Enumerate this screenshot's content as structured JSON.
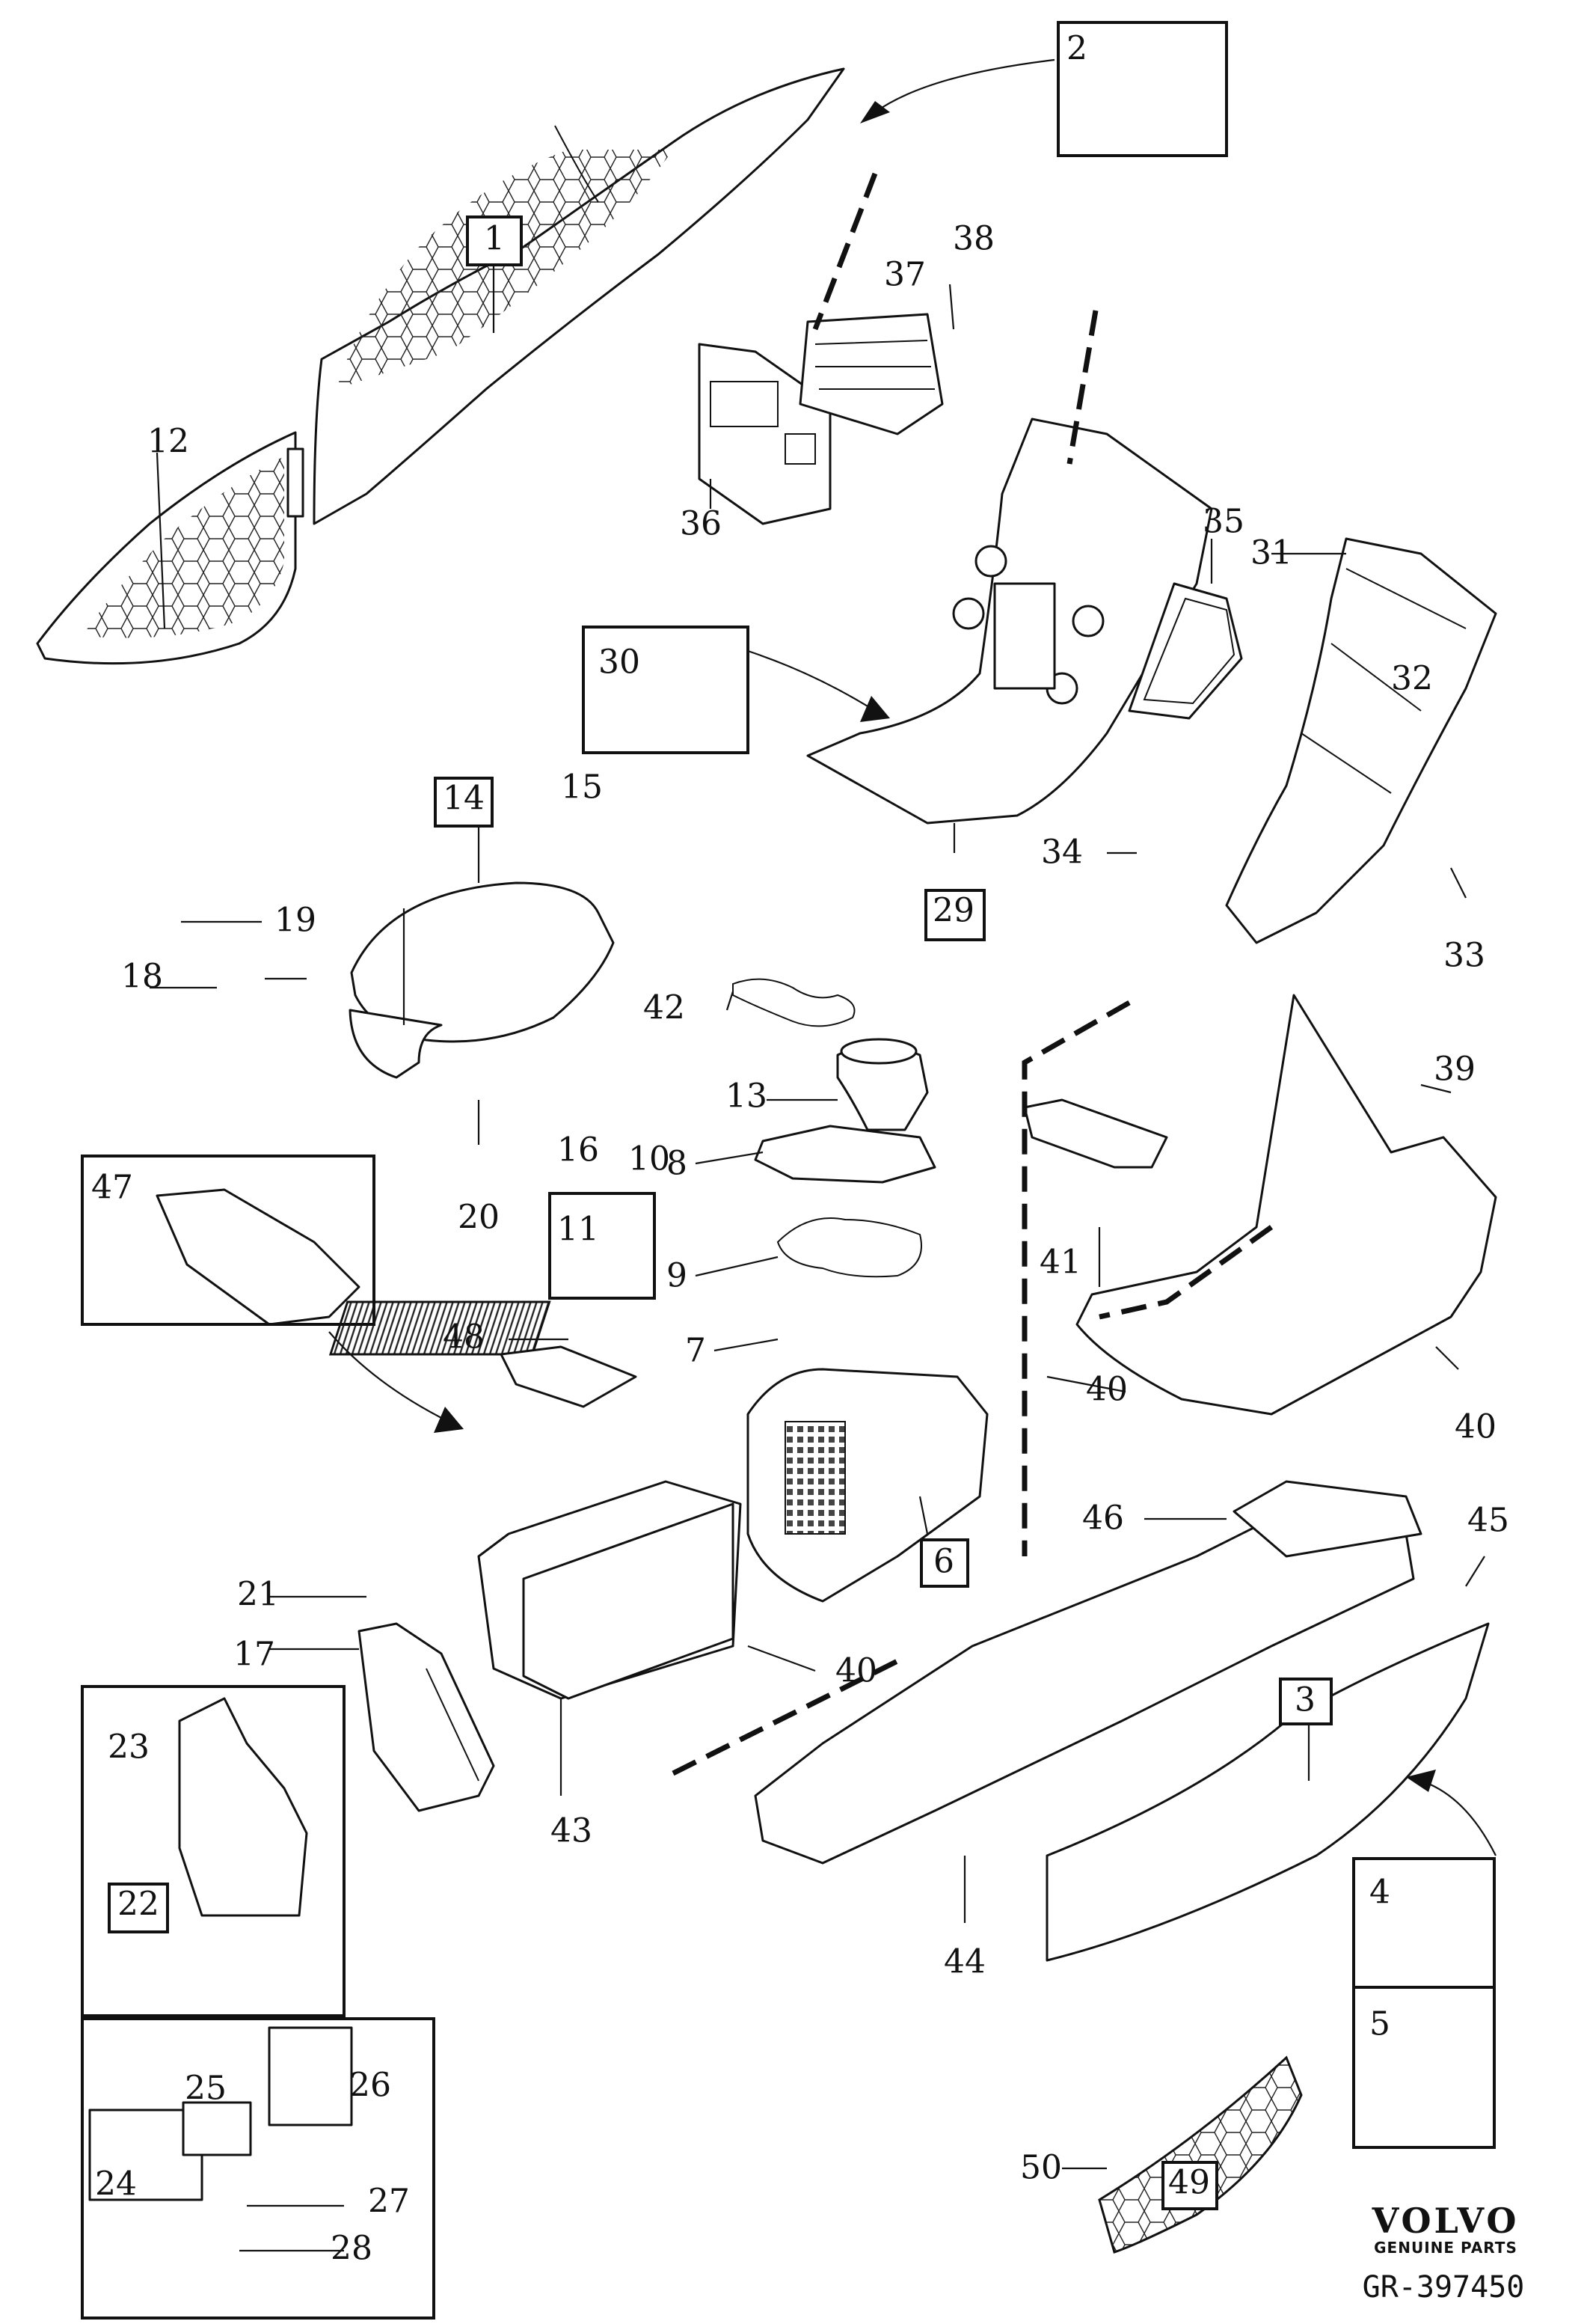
{
  "labels": [
    {
      "id": "1",
      "text": "1",
      "boxed": true
    },
    {
      "id": "2",
      "text": "2",
      "boxed": false
    },
    {
      "id": "3",
      "text": "3",
      "boxed": true
    },
    {
      "id": "4",
      "text": "4",
      "boxed": false
    },
    {
      "id": "5",
      "text": "5",
      "boxed": false
    },
    {
      "id": "6",
      "text": "6",
      "boxed": true
    },
    {
      "id": "7",
      "text": "7",
      "boxed": false
    },
    {
      "id": "8",
      "text": "8",
      "boxed": false
    },
    {
      "id": "9",
      "text": "9",
      "boxed": false
    },
    {
      "id": "10",
      "text": "10",
      "boxed": false
    },
    {
      "id": "11",
      "text": "11",
      "boxed": false
    },
    {
      "id": "12",
      "text": "12",
      "boxed": false
    },
    {
      "id": "13",
      "text": "13",
      "boxed": false
    },
    {
      "id": "14",
      "text": "14",
      "boxed": true
    },
    {
      "id": "15",
      "text": "15",
      "boxed": false
    },
    {
      "id": "16",
      "text": "16",
      "boxed": false
    },
    {
      "id": "17",
      "text": "17",
      "boxed": false
    },
    {
      "id": "18",
      "text": "18",
      "boxed": false
    },
    {
      "id": "19",
      "text": "19",
      "boxed": false
    },
    {
      "id": "20",
      "text": "20",
      "boxed": false
    },
    {
      "id": "21",
      "text": "21",
      "boxed": false
    },
    {
      "id": "22",
      "text": "22",
      "boxed": true
    },
    {
      "id": "23",
      "text": "23",
      "boxed": false
    },
    {
      "id": "24",
      "text": "24",
      "boxed": false
    },
    {
      "id": "25",
      "text": "25",
      "boxed": false
    },
    {
      "id": "26",
      "text": "26",
      "boxed": false
    },
    {
      "id": "27",
      "text": "27",
      "boxed": false
    },
    {
      "id": "28",
      "text": "28",
      "boxed": false
    },
    {
      "id": "29",
      "text": "29",
      "boxed": true
    },
    {
      "id": "30",
      "text": "30",
      "boxed": false
    },
    {
      "id": "31",
      "text": "31",
      "boxed": false
    },
    {
      "id": "32",
      "text": "32",
      "boxed": false
    },
    {
      "id": "33",
      "text": "33",
      "boxed": false
    },
    {
      "id": "34",
      "text": "34",
      "boxed": false
    },
    {
      "id": "35",
      "text": "35",
      "boxed": false
    },
    {
      "id": "36",
      "text": "36",
      "boxed": false
    },
    {
      "id": "37",
      "text": "37",
      "boxed": false
    },
    {
      "id": "38",
      "text": "38",
      "boxed": false
    },
    {
      "id": "39",
      "text": "39",
      "boxed": false
    },
    {
      "id": "40a",
      "text": "40",
      "boxed": false
    },
    {
      "id": "40b",
      "text": "40",
      "boxed": false
    },
    {
      "id": "40c",
      "text": "40",
      "boxed": false
    },
    {
      "id": "41",
      "text": "41",
      "boxed": false
    },
    {
      "id": "42",
      "text": "42",
      "boxed": false
    },
    {
      "id": "43",
      "text": "43",
      "boxed": false
    },
    {
      "id": "44",
      "text": "44",
      "boxed": false
    },
    {
      "id": "45",
      "text": "45",
      "boxed": false
    },
    {
      "id": "46",
      "text": "46",
      "boxed": false
    },
    {
      "id": "47",
      "text": "47",
      "boxed": false
    },
    {
      "id": "48",
      "text": "48",
      "boxed": false
    },
    {
      "id": "49",
      "text": "49",
      "boxed": true
    },
    {
      "id": "50",
      "text": "50",
      "boxed": false
    }
  ],
  "brand": {
    "logo": "VOLVO",
    "subtitle": "GENUINE PARTS"
  },
  "drawing_id": "GR-397450"
}
